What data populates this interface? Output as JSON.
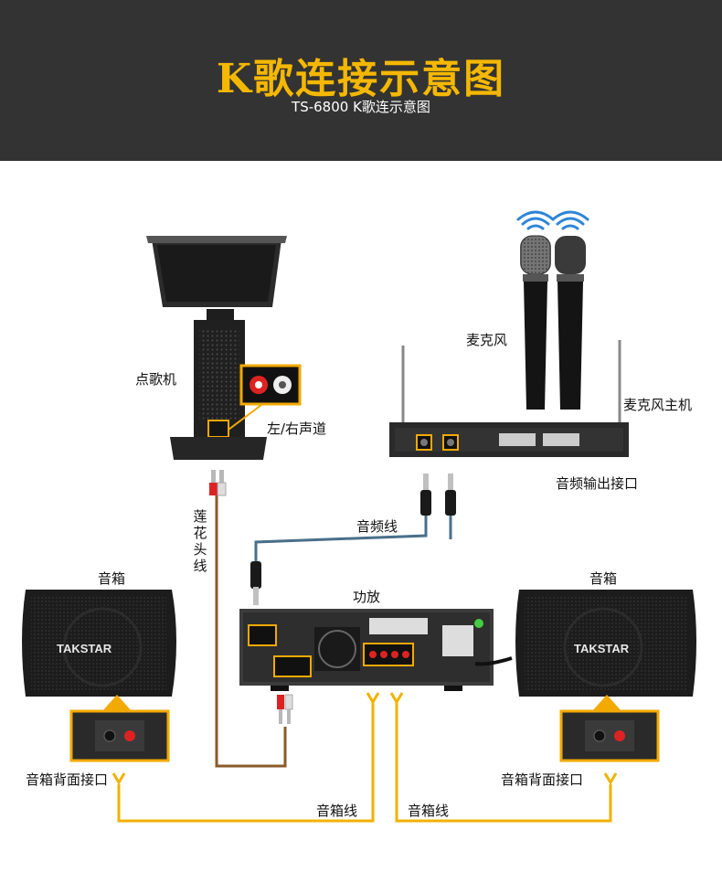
{
  "header": {
    "title": "K歌连接示意图",
    "subtitle": "TS-6800 K歌连示意图"
  },
  "labels": {
    "karaoke_player": "点歌机",
    "lr_channel": "左/右声道",
    "microphone": "麦克风",
    "mic_receiver": "麦克风主机",
    "audio_output": "音频输出接口",
    "audio_cable": "音频线",
    "rca_cable": "莲花头线",
    "speaker_left": "音箱",
    "speaker_right": "音箱",
    "amplifier": "功放",
    "speaker_back_left": "音箱背面接口",
    "speaker_back_right": "音箱背面接口",
    "speaker_cable_left": "音箱线",
    "speaker_cable_right": "音箱线"
  },
  "brand": {
    "logo_left": "TAKSTAR",
    "logo_right": "TAKSTAR"
  },
  "colors": {
    "banner": "#333333",
    "title": "#f5b800",
    "highlight": "#f2a900",
    "rca_cable": "#8a5a2b",
    "audio_cable": "#4a6f8a",
    "speaker_cable": "#f2b200"
  }
}
